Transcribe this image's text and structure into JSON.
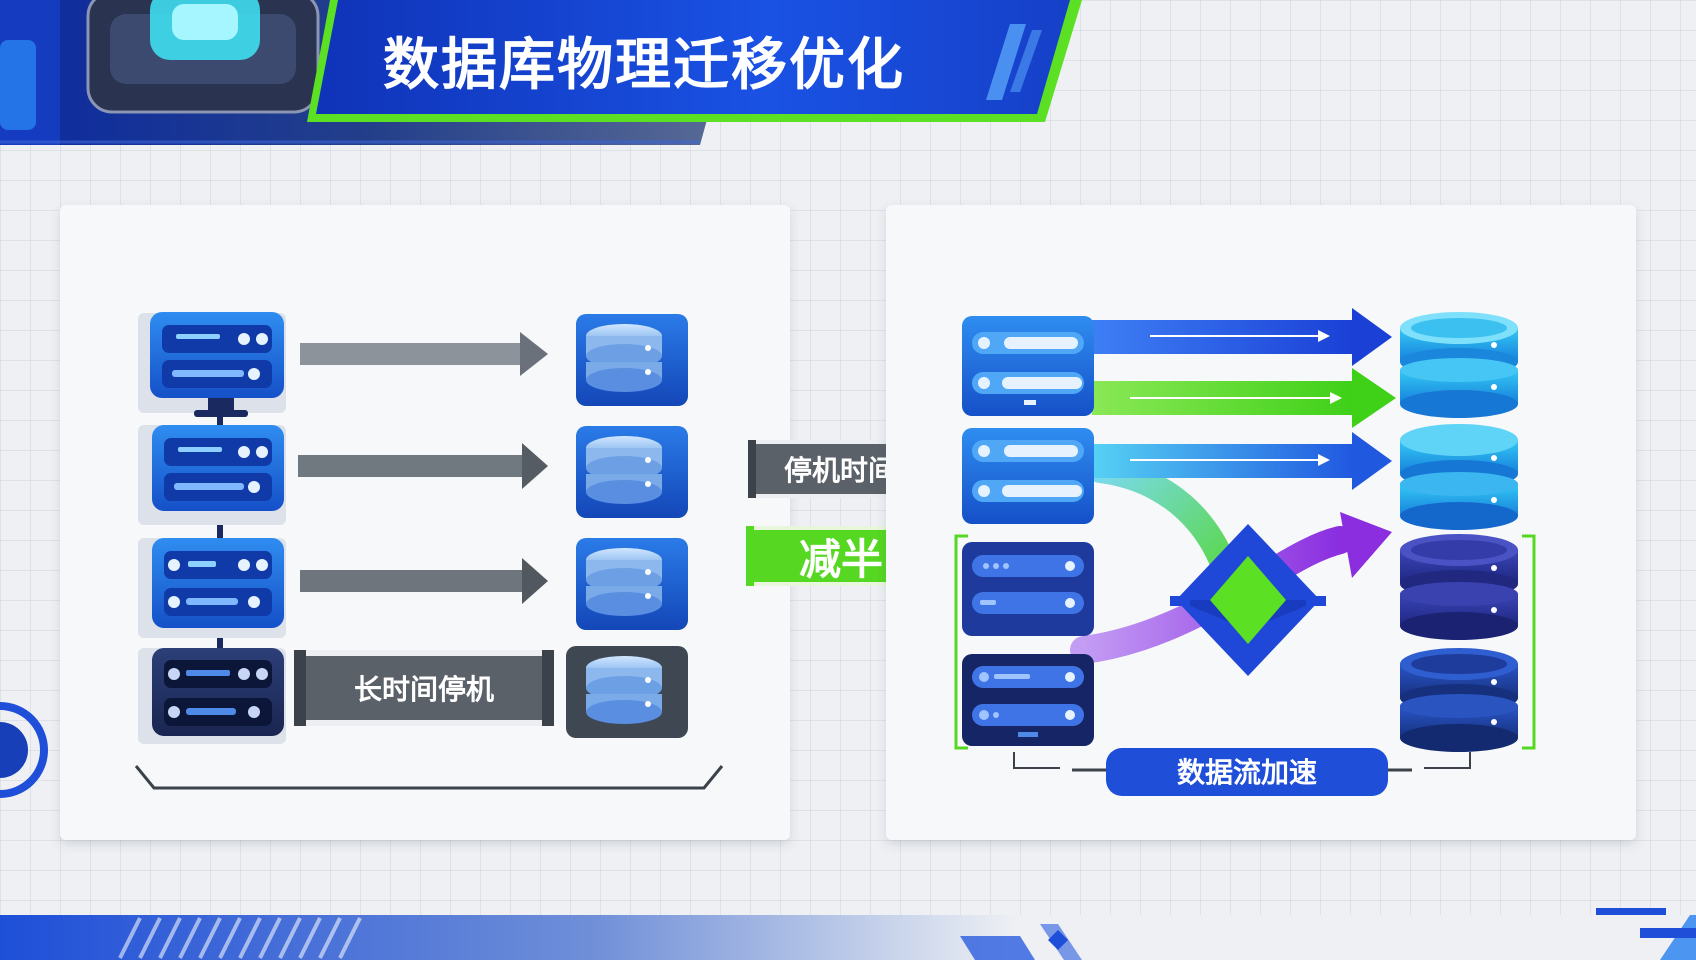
{
  "title": "数据库物理迁移优化",
  "left_panel": {
    "downtime_label": "长时间停机"
  },
  "middle": {
    "downtime_tag": "停机时间",
    "halved_tag": "减半"
  },
  "right_panel": {
    "accelerate_label": "数据流加速"
  },
  "colors": {
    "brand_blue": "#1446d8",
    "accent_green": "#55d822",
    "accent_purple": "#9a3ee0",
    "gray_arrow": "#5e6670",
    "dark_navy": "#1c2a5c"
  }
}
